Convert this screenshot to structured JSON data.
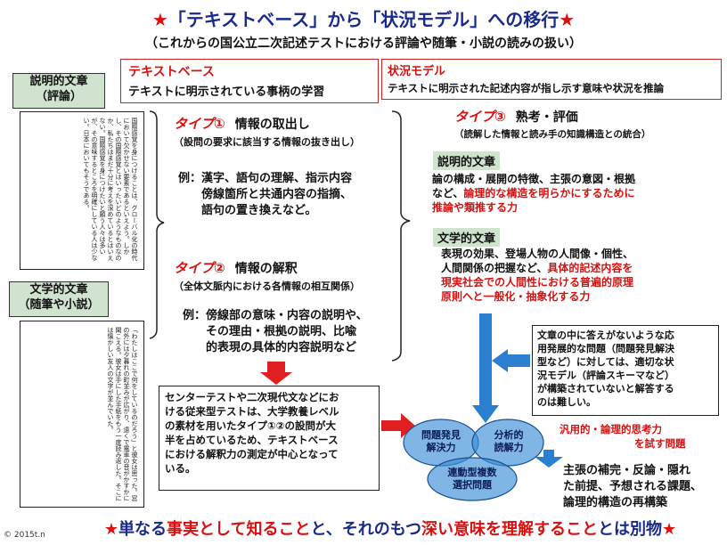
{
  "header": {
    "title_star": "★",
    "title": "「テキストベース」から「状況モデル」への移行",
    "subtitle": "（これからの国公立二次記述テストにおける評論や随筆・小説の読みの扱い）"
  },
  "left": {
    "expository_label": "説明的文章\n（評論）",
    "expository_text": "国際感覚を身につけることは、グローバル化の時代において欠かせない要素であるといえよう。しかし、その国際感覚とはいったいどのようなものなのか、私たちはまだ十分に考えを深めているとはいえない。国際感覚を身につけたいと願う人々は多いが、その意味するところを明確にしている人は少ない。日本においてもそうである。",
    "literary_label": "文学的文章\n（随筆や小説）",
    "literary_text": "「わたしはここで何をしているのだろう」と彼女は思った。窓の外には夕暮れの町並みが広がり、遠くで電車の音がかすかに聞こえる。彼女は手にした手紙をもう一度読み返した。そこには懐かしい友人の文字が並んでいた。"
  },
  "text_base": {
    "label": "テキストベース",
    "desc": "テキストに明示されている事柄の学習"
  },
  "situation_model": {
    "label": "状況モデル",
    "desc": "テキストに明示された記述内容が指し示す意味や状況を推論"
  },
  "type1": {
    "heading": "タイプ①",
    "title": "情報の取出し",
    "sub": "（設問の要求に該当する情報の抜き出し）",
    "ex_lines": [
      "例：漢字、語句の理解、指示内容",
      "　　傍線箇所と共通内容の指摘、",
      "　　語句の置き換えなど。"
    ]
  },
  "type2": {
    "heading": "タイプ②",
    "title": "情報の解釈",
    "sub": "（全体文脈内における各情報の相互関係）",
    "ex_lines": [
      "例：傍線部の意味・内容の説明や、",
      "　　その理由・根拠の説明、比喩",
      "　　的表現の具体的内容説明など"
    ]
  },
  "type3": {
    "heading": "タイプ③",
    "title": "熟考・評価",
    "sub": "（読解した情報と読み手の知識構造との統合）",
    "exp_label": "説明的文章",
    "exp_line1": "論の構成・展開の特徴、主張の意図・根拠",
    "exp_line2a": "など、",
    "exp_line2b": "論理的な構造を明らかにするために",
    "exp_line3": "推論や類推する力",
    "lit_label": "文学的文章",
    "lit_line1": "表現の効果、登場人物の人間像・個性、",
    "lit_line2a": "人間関係の把握など、",
    "lit_line2b": "具体的記述内容を",
    "lit_line3": "現実社会での人間性における普遍的原理",
    "lit_line4": "原則へと一般化・抽象化する力"
  },
  "center_test_box": {
    "lines": [
      "センターテストや二次現代文などにお",
      "ける従来型テストは、大学教養レベル",
      "の素材を用いたタイプ①②の設問が大",
      "半を占めているため、テキストベース",
      "における解釈力の測定が中心となって",
      "いる。"
    ]
  },
  "open_problem_box": {
    "lines": [
      "文章の中に答えがないような応",
      "用発展的な問題（問題発見解決",
      "型など）に対しては、適切な状",
      "況モデル（評論スキーマなど）",
      "が構築されていないと解答する",
      "のは難しい。"
    ]
  },
  "ellipses": {
    "e1": "問題発見\n解決力",
    "e2": "分析的\n読解力",
    "e3": "連動型複数\n選択問題"
  },
  "general_thinking": {
    "line1": "汎用的・論理的思考力",
    "line2": "を試す問題"
  },
  "claims": {
    "lines": [
      "主張の補完・反論・隠れ",
      "た前提、予想される課題、",
      "論理的構造の再構築"
    ]
  },
  "footer": {
    "copyright": "© 2015t.n",
    "star": "★",
    "p1": "単なる",
    "p2": "事実として知ること",
    "p3": "と、それのもつ",
    "p4": "深い意味を理解すること",
    "p5": "とは別物"
  },
  "colors": {
    "red": "#d81010",
    "navy": "#1a2a8a",
    "green_label": "#cfe3cf",
    "blue_arrow": "#2b7fd0",
    "ellipse_fill": "#3a8fd8"
  }
}
